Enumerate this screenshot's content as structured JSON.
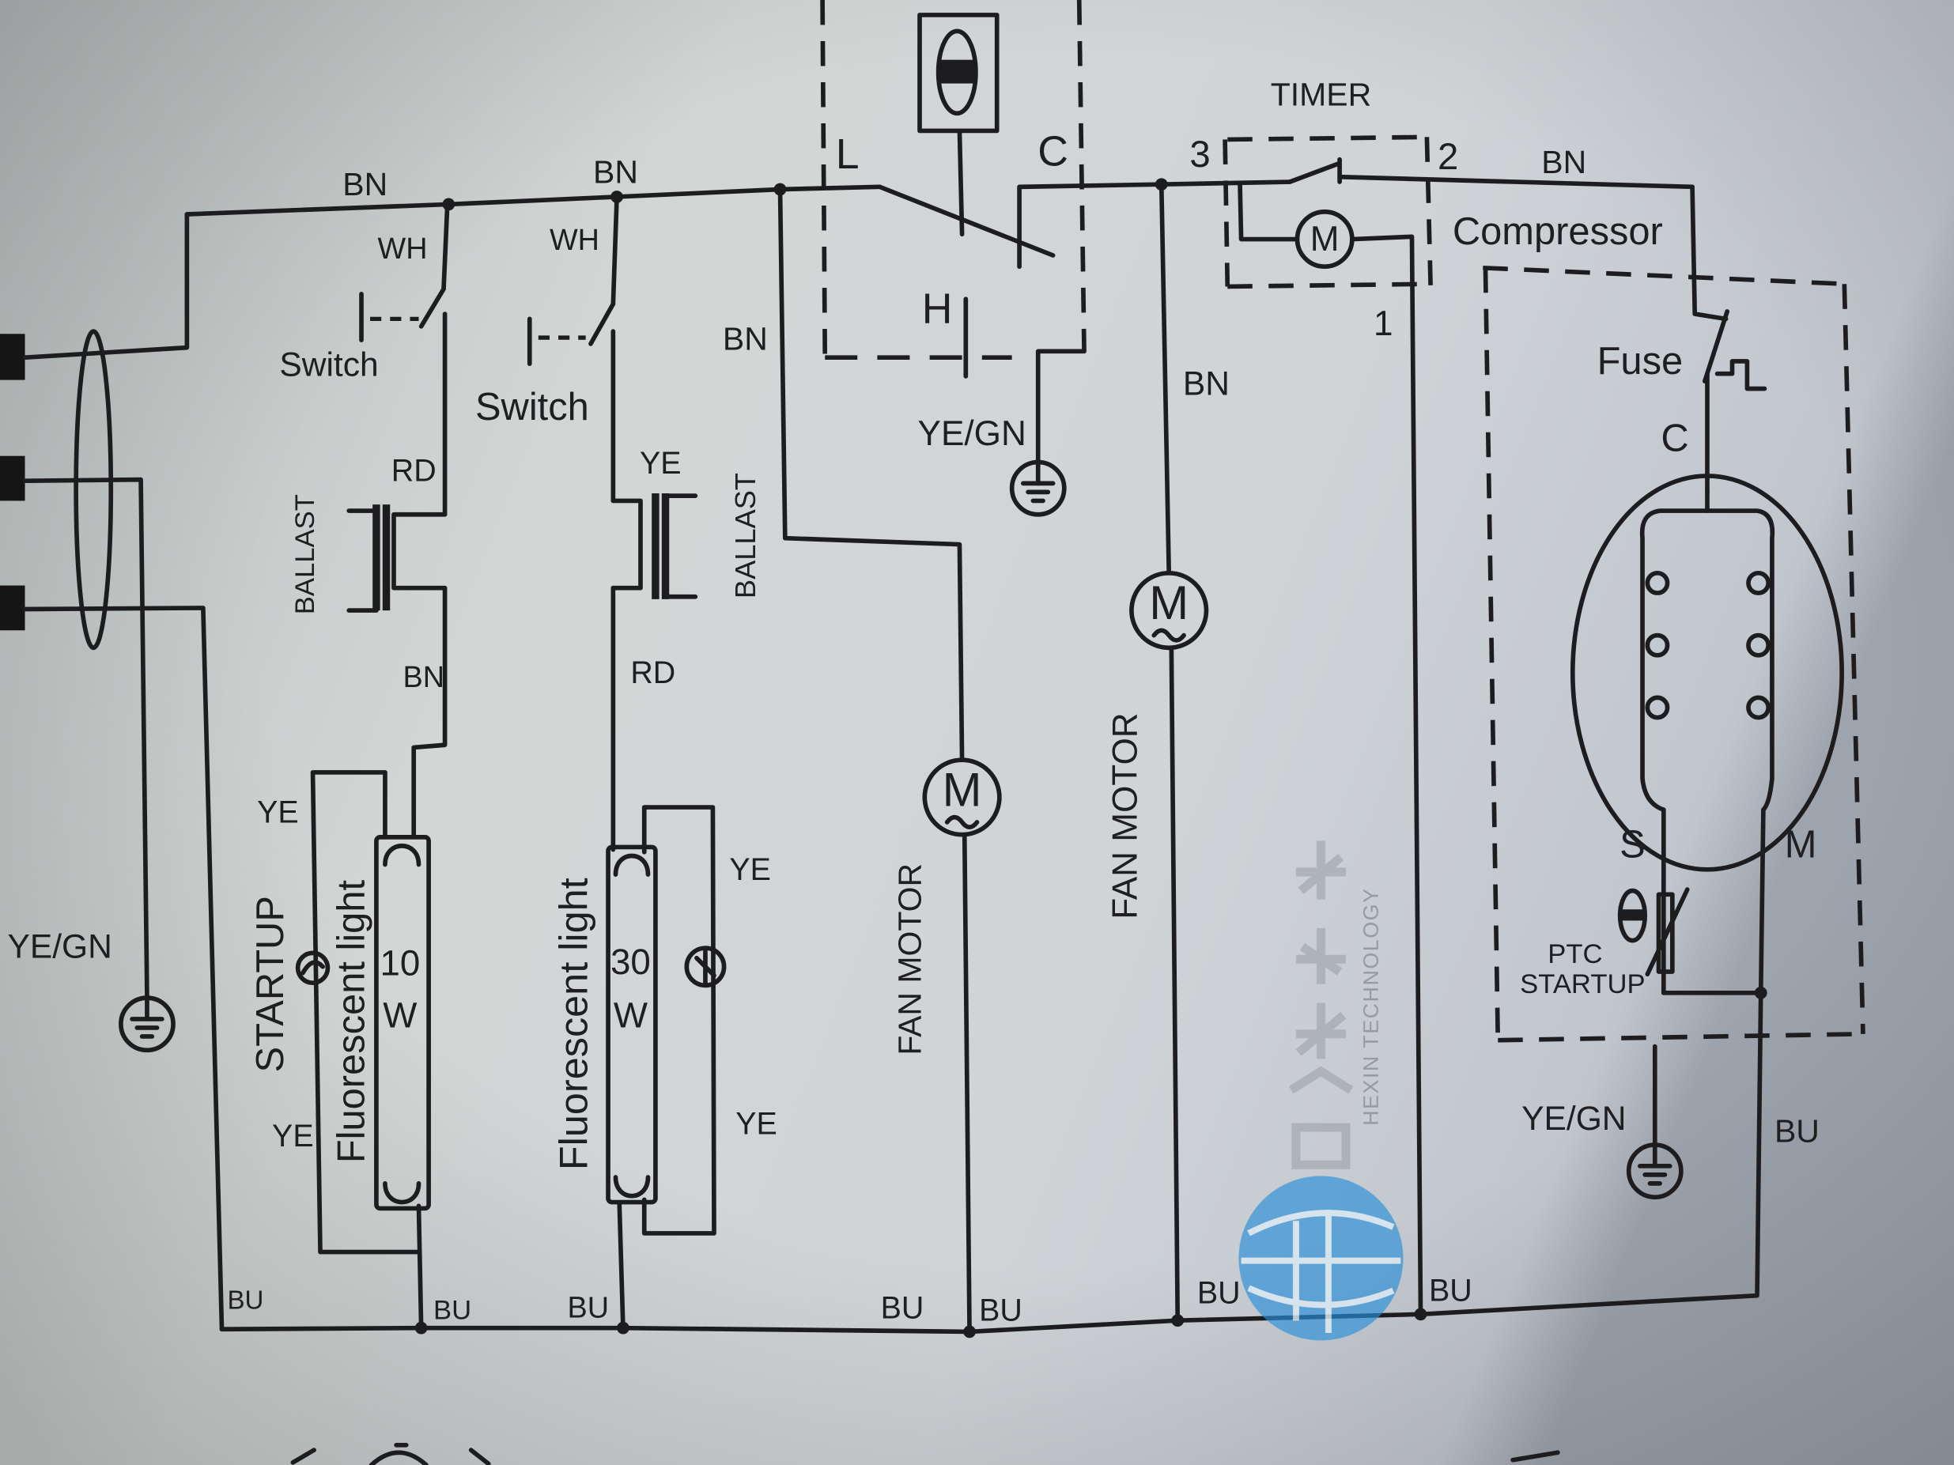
{
  "mains": {
    "neutral": "BU",
    "earth": "YE/GN"
  },
  "lamp_1": {
    "supply": "BN",
    "switch_wire": "WH",
    "switch": "Switch",
    "ballast_in": "RD",
    "ballast": "BALLAST",
    "ballast_out": "BN",
    "starter_top": "YE",
    "starter_bottom": "YE",
    "starter": "STARTUP",
    "lamp": "Fluorescent light",
    "watts": "10",
    "unit": "W",
    "return": "BU"
  },
  "lamp_2": {
    "supply": "BN",
    "switch_wire": "WH",
    "switch": "Switch",
    "ballast_in": "YE",
    "ballast": "BALLAST",
    "ballast_out": "RD",
    "starter_top": "YE",
    "starter_bottom": "YE",
    "lamp": "Fluorescent light",
    "watts": "30",
    "unit": "W",
    "return": "BU"
  },
  "thermostat": {
    "supply": "BN",
    "line": "L",
    "common": "C",
    "heater": "H",
    "earth": "YE/GN"
  },
  "fan_1": {
    "label": "FAN MOTOR",
    "symbol": "M",
    "return_a": "BU",
    "return_b": "BU"
  },
  "fan_2": {
    "supply": "BN",
    "label": "FAN MOTOR",
    "symbol": "M",
    "return": "BU"
  },
  "timer": {
    "label": "TIMER",
    "terminal_3": "3",
    "terminal_2": "2",
    "terminal_1": "1",
    "symbol": "M",
    "return": "BU"
  },
  "compressor": {
    "supply": "BN",
    "label": "Compressor",
    "fuse": "Fuse",
    "common": "C",
    "start": "S",
    "main": "M",
    "ptc": "PTC",
    "ptc_startup": "STARTUP",
    "earth": "YE/GN",
    "return": "BU"
  },
  "watermark": {
    "logo_text": "合新科技",
    "tagline": "HEXIN TECHNOLOGY"
  },
  "colors": {
    "wire": "#1d1d1f",
    "paper": "#c9cdcd",
    "watermark": "#2a8fd9"
  }
}
